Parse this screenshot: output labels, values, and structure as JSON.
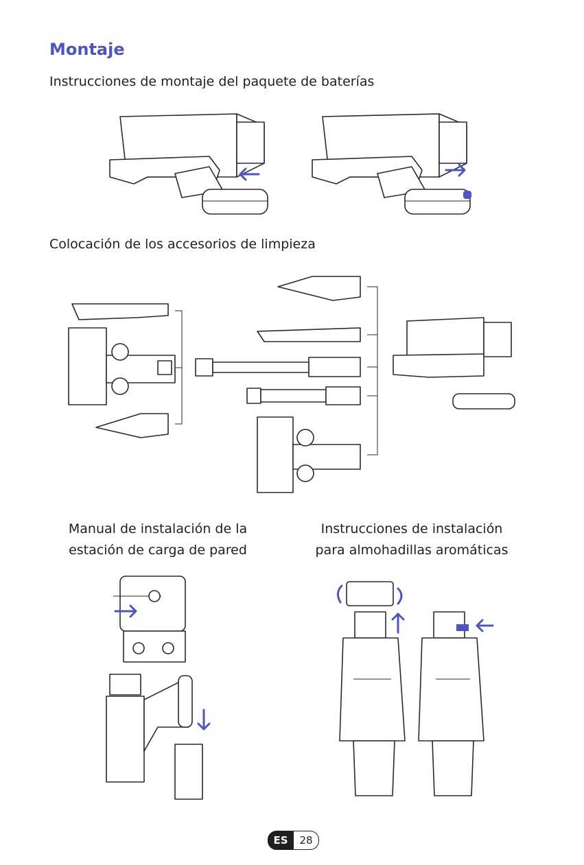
{
  "page": {
    "title": "Montaje",
    "section_battery": "Instrucciones de montaje del paquete de baterías",
    "section_accessories": "Colocación de los accesorios de limpieza",
    "section_wall_line1": "Manual de instalación de la",
    "section_wall_line2": "estación de carga de pared",
    "section_aroma_line1": "Instrucciones de instalación",
    "section_aroma_line2": "para almohadillas aromáticas"
  },
  "footer": {
    "lang": "ES",
    "page_number": "28"
  },
  "colors": {
    "accent": "#4b55c4",
    "ink": "#1f1f1f"
  },
  "icons": [
    "arrow-left-icon",
    "arrow-right-icon",
    "arrow-up-icon",
    "arrow-down-icon",
    "rotate-icon"
  ]
}
